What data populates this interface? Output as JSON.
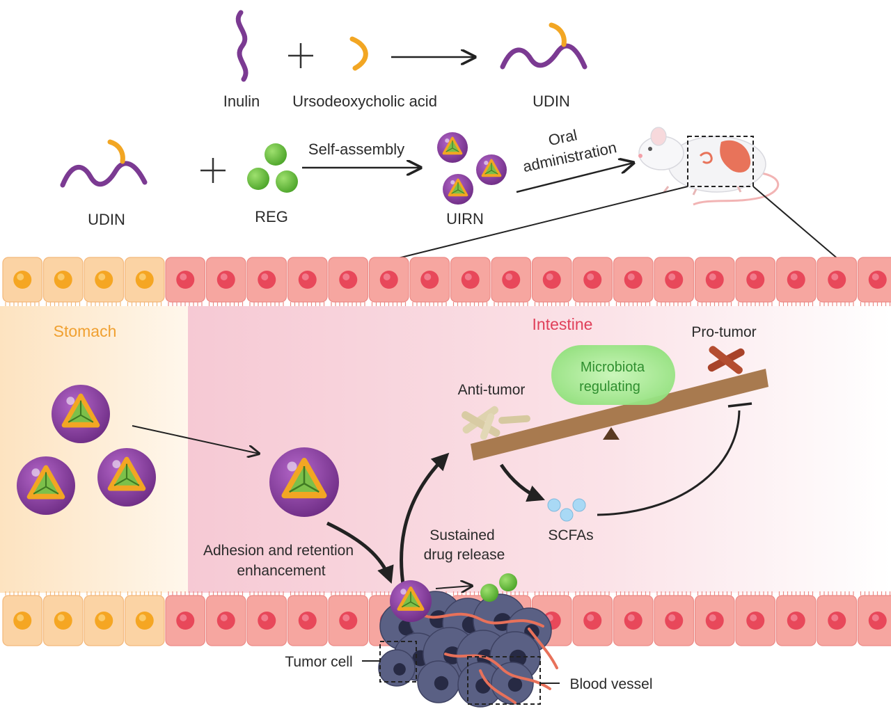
{
  "labels": {
    "inulin": "Inulin",
    "udca": "Ursodeoxycholic acid",
    "udin_top": "UDIN",
    "udin": "UDIN",
    "reg": "REG",
    "self_assembly": "Self-assembly",
    "uirn": "UIRN",
    "oral_1": "Oral",
    "oral_2": "administration",
    "stomach": "Stomach",
    "intestine": "Intestine",
    "pro_tumor": "Pro-tumor",
    "anti_tumor": "Anti-tumor",
    "microbiota_1": "Microbiota",
    "microbiota_2": "regulating",
    "scfas": "SCFAs",
    "sustained_1": "Sustained",
    "sustained_2": "drug  release",
    "adhesion_1": "Adhesion and retention",
    "adhesion_2": "enhancement",
    "tumor_cell": "Tumor cell",
    "blood_vessel": "Blood vessel"
  },
  "colors": {
    "inulin": "#7b3a92",
    "udca": "#f2a623",
    "reg": "#6cbf3f",
    "stomach_text": "#f0a030",
    "intestine_text": "#e0405a",
    "stomach_cell": "#fbd3a4",
    "intestine_cell": "#f6a6a0",
    "seesaw": "#a87a4f",
    "microbiota_bubble": "#a6ee96",
    "microbiota_text": "#2f8f2f",
    "scfa": "#a9d9f5",
    "tumor": "#545a7c"
  }
}
